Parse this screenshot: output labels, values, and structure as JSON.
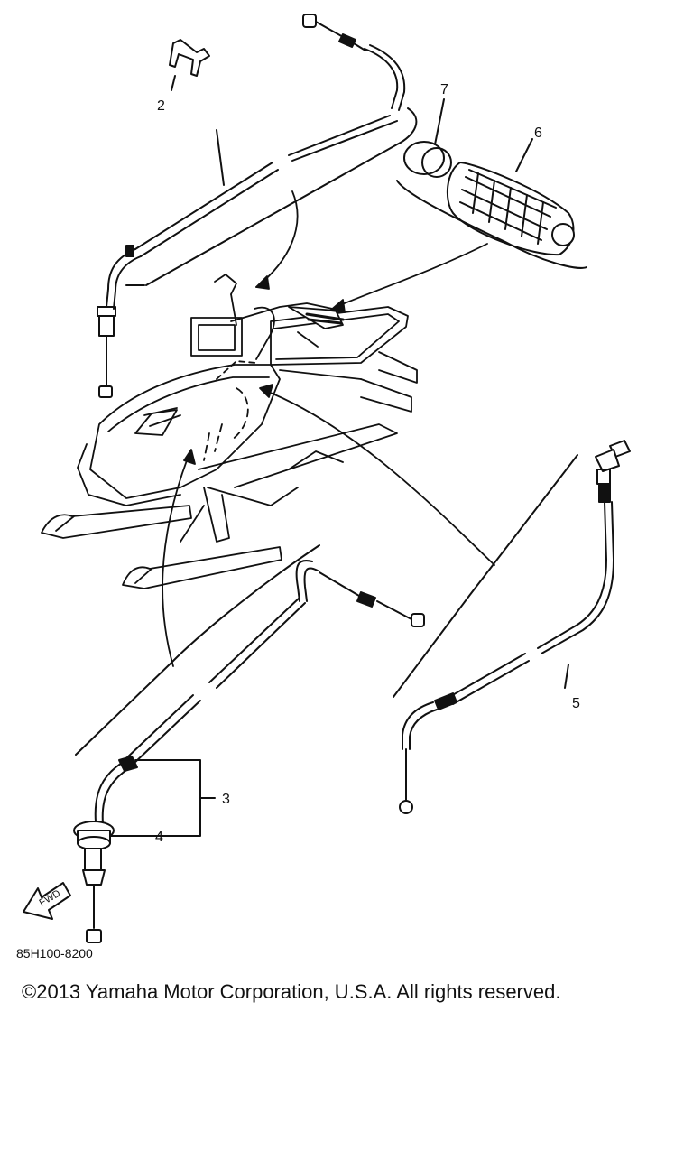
{
  "diagram": {
    "callouts": [
      "2",
      "7",
      "6",
      "3",
      "4",
      "5"
    ],
    "fwd_label": "FWD",
    "diagram_code": "85H100-8200"
  },
  "footer": {
    "copyright": "©2013 Yamaha Motor Corporation, U.S.A. All rights reserved."
  }
}
